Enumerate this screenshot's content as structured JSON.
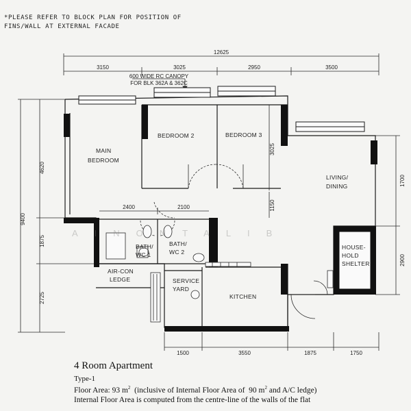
{
  "notes": {
    "line1": "*PLEASE REFER TO BLOCK PLAN FOR POSITION OF",
    "line2": "FINS/WALL AT EXTERNAL FACADE"
  },
  "canopy_note": {
    "line1": "600 WIDE RC CANOPY",
    "line2": "FOR BLK 362A & 362C"
  },
  "dimensions": {
    "overall_width": "12625",
    "top_1": "3150",
    "top_2": "3025",
    "top_3": "2950",
    "top_4": "3500",
    "left_overall": "9400",
    "left_1": "4620",
    "left_2": "1875",
    "left_3": "2725",
    "mid_1": "2400",
    "mid_2": "2100",
    "bottom_1": "1500",
    "bottom_2": "3550",
    "bottom_3": "1875",
    "bottom_4": "1750",
    "right_1": "1700",
    "right_2": "2900",
    "bed3_depth": "3025",
    "corridor": "1150"
  },
  "rooms": {
    "main_bedroom_1": "MAIN",
    "main_bedroom_2": "BEDROOM",
    "bedroom2": "BEDROOM 2",
    "bedroom3": "BEDROOM 3",
    "living_1": "LIVING/",
    "living_2": "DINING",
    "bath1_1": "BATH/",
    "bath1_2": "WC 1",
    "bath2_1": "BATH/",
    "bath2_2": "WC 2",
    "aircon_1": "AIR-CON",
    "aircon_2": "LEDGE",
    "service_1": "SERVICE",
    "service_2": "YARD",
    "kitchen": "KITCHEN",
    "shelter_1": "HOUSE-",
    "shelter_2": "HOLD",
    "shelter_3": "SHELTER"
  },
  "watermark": "AINONTALIB",
  "caption": {
    "title": "4 Room Apartment",
    "type": "Type-1",
    "floor_area_prefix": "Floor Area: 93 m",
    "floor_area_sup": "2",
    "floor_area_mid": "  (inclusive of Internal Floor Area of  90 m",
    "floor_area_sup2": "2",
    "floor_area_suffix": " and A/C ledge)",
    "internal_note": "Internal Floor Area is computed from the centre-line of the walls of the flat"
  }
}
